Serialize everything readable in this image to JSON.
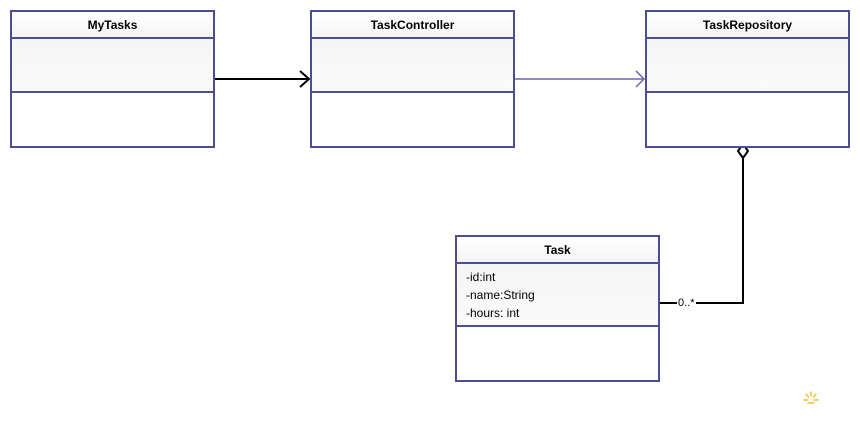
{
  "classes": {
    "mytasks": {
      "name": "MyTasks",
      "attributes": []
    },
    "taskcontroller": {
      "name": "TaskController",
      "attributes": []
    },
    "taskrepository": {
      "name": "TaskRepository",
      "attributes": []
    },
    "task": {
      "name": "Task",
      "attributes": [
        "-id:int",
        "-name:String",
        "-hours: int"
      ]
    }
  },
  "relations": {
    "aggregation_multiplicity": "0..*"
  },
  "colors": {
    "class_border": "#4f4d92",
    "association_black": "#000000",
    "association_blue": "#6a67a8",
    "spark": "#f0b000"
  },
  "icons": {
    "watermark": "spark-icon"
  }
}
